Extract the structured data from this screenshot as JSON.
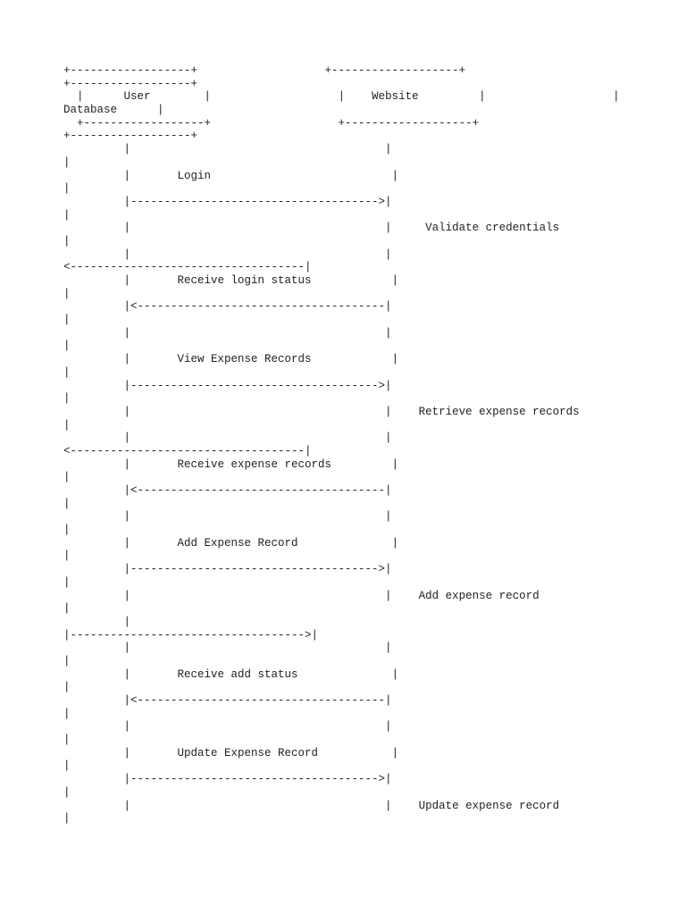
{
  "header": {
    "user": "User",
    "website": "Website",
    "database": "Database"
  },
  "rows": [
    {
      "t": "pipes"
    },
    {
      "t": "wrap"
    },
    {
      "t": "label",
      "text": "Login"
    },
    {
      "t": "wrap"
    },
    {
      "t": "right"
    },
    {
      "t": "wrap"
    },
    {
      "t": "action",
      "text": "Validate credentials"
    },
    {
      "t": "wrap"
    },
    {
      "t": "pipes"
    },
    {
      "t": "longleft"
    },
    {
      "t": "label",
      "text": "Receive login status"
    },
    {
      "t": "wrap"
    },
    {
      "t": "left"
    },
    {
      "t": "wrap"
    },
    {
      "t": "pipes"
    },
    {
      "t": "wrap"
    },
    {
      "t": "label",
      "text": "View Expense Records"
    },
    {
      "t": "wrap"
    },
    {
      "t": "right"
    },
    {
      "t": "wrap"
    },
    {
      "t": "action",
      "text": "Retrieve expense records"
    },
    {
      "t": "wrap"
    },
    {
      "t": "pipes"
    },
    {
      "t": "longleft"
    },
    {
      "t": "label",
      "text": "Receive expense records"
    },
    {
      "t": "wrap"
    },
    {
      "t": "left"
    },
    {
      "t": "wrap"
    },
    {
      "t": "pipes"
    },
    {
      "t": "wrap"
    },
    {
      "t": "label",
      "text": "Add Expense Record"
    },
    {
      "t": "wrap"
    },
    {
      "t": "right"
    },
    {
      "t": "wrap"
    },
    {
      "t": "action",
      "text": "Add expense record"
    },
    {
      "t": "wrap"
    },
    {
      "t": "pipe1"
    },
    {
      "t": "longright"
    },
    {
      "t": "pipes"
    },
    {
      "t": "wrap"
    },
    {
      "t": "label",
      "text": "Receive add status"
    },
    {
      "t": "wrap"
    },
    {
      "t": "left"
    },
    {
      "t": "wrap"
    },
    {
      "t": "pipes"
    },
    {
      "t": "wrap"
    },
    {
      "t": "label",
      "text": "Update Expense Record"
    },
    {
      "t": "wrap"
    },
    {
      "t": "right"
    },
    {
      "t": "wrap"
    },
    {
      "t": "action",
      "text": "Update expense record"
    },
    {
      "t": "wrap"
    }
  ]
}
